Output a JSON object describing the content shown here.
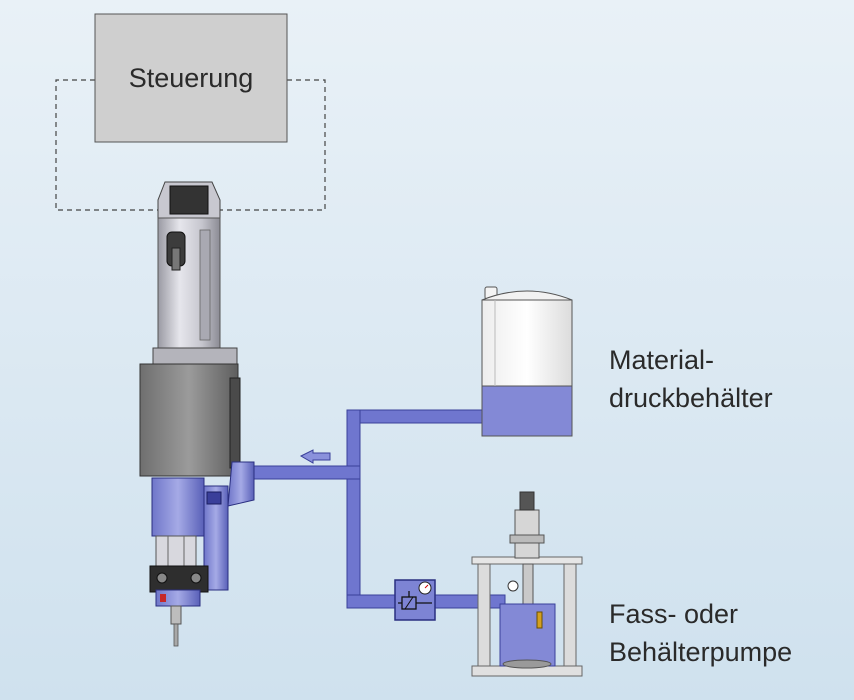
{
  "labels": {
    "controller": "Steuerung",
    "tank_line1": "Material-",
    "tank_line2": "druckbehälter",
    "pump_line1": "Fass- oder",
    "pump_line2": "Behälterpumpe"
  },
  "colors": {
    "pipe": "#5e66c4",
    "pipe_light": "#8d93d8",
    "tank_fill": "#8389d6",
    "controller_box": "#cfcfcf",
    "dispenser_body": "#8a8a8a"
  },
  "icons": {
    "flow_direction": "arrow-left-icon",
    "pressure_regulator": "pressure-regulator-icon",
    "gauge": "gauge-icon"
  }
}
